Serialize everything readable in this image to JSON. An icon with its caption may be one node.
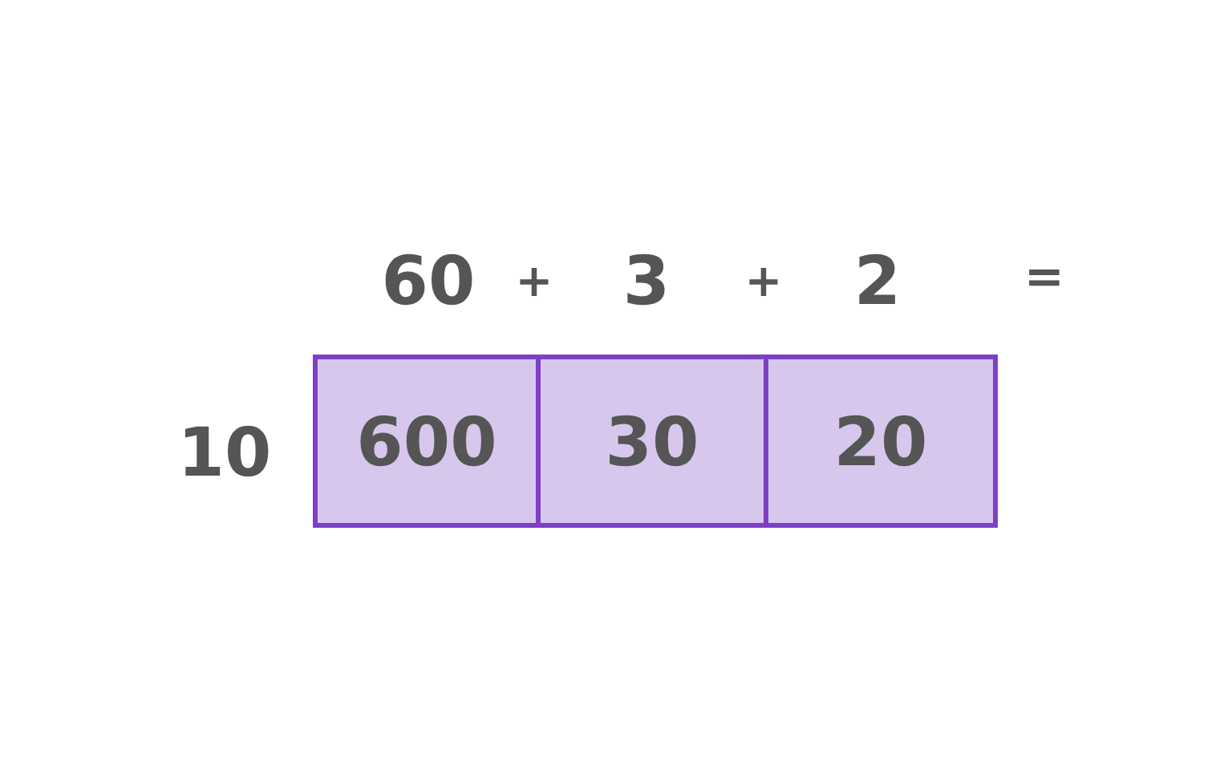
{
  "diagram": {
    "nodes": [
      {
        "text": [
          "600"
        ]
      },
      {
        "text": [
          "30"
        ]
      },
      {
        "text": [
          "20"
        ]
      }
    ],
    "labels": [
      "60",
      "+",
      "3",
      "+",
      "2",
      "=",
      "10"
    ]
  }
}
